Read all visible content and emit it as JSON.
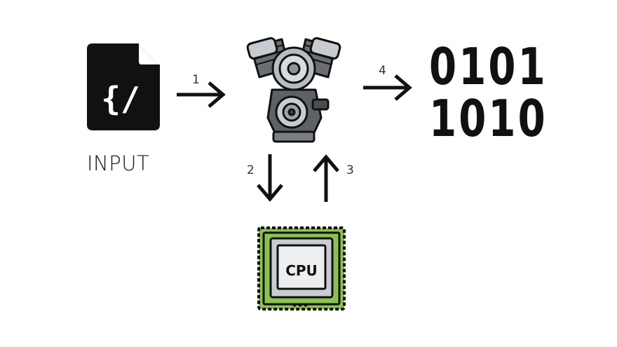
{
  "input": {
    "label": "INPUT",
    "glyph": "{/"
  },
  "steps": {
    "s1": "1",
    "s2": "2",
    "s3": "3",
    "s4": "4"
  },
  "output": {
    "line1": "0101",
    "line2": "1010"
  },
  "cpu": {
    "label": "CPU"
  },
  "colors": {
    "ink": "#111111",
    "cpu_board": "#8cc152",
    "engine_metal": "#9ea3a8"
  }
}
